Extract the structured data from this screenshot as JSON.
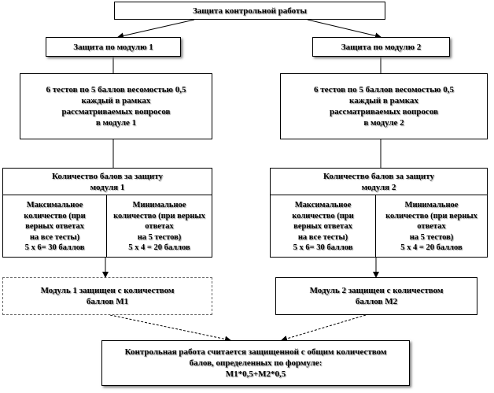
{
  "root": {
    "label": "Защита  контрольной   работы"
  },
  "module1": {
    "title": "Защита  по  модулю 1",
    "tests": "6 тестов по 5 баллов  весомостью 0,5\nкаждый в рамках\nрассматриваемых вопросов\nв  модуле 1",
    "score_header": "Количество  балов за защиту\nмодуля 1",
    "max": "Максимальное\nколичество (при\nверных ответах\nна все тесты)\n5 х 6= 30 баллов",
    "min": "Минимальное\nколичество  (при верных\nответах\nна 5 тестов)\n5 х 4 = 20 баллов",
    "result": "Модуль  1 защищен с количеством\nбаллов М1"
  },
  "module2": {
    "title": "Защита  по  модулю 2",
    "tests": "6 тестов по 5 баллов  весомостью 0,5\nкаждый в рамках\nрассматриваемых вопросов\nв  модуле 2",
    "score_header": "Количество  балов за защиту\nмодуля 2",
    "max": "Максимальное\nколичество (при\nверных ответах\nна все тесты)\n5 х 6= 30 баллов",
    "min": "Минимальное\nколичество  (при верных\nответах\nна 5 тестов)\n5 х 4 = 20 баллов",
    "result": "Модуль  2 защищен с количеством\nбаллов М2"
  },
  "final": {
    "label": "Контрольная работа считается  защищенной с общим количеством\nбалов, определенных  по формуле:\nМ1*0,5+М2*0,5"
  }
}
